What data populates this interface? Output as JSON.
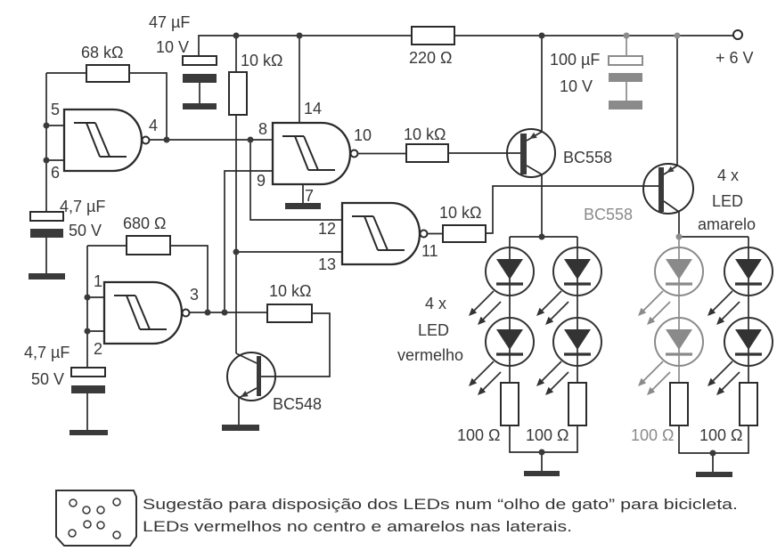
{
  "colors": {
    "ink": "#2b2b2b",
    "faded": "#8c8c8c",
    "paper": "#ffffff"
  },
  "supply": {
    "label": "+ 6 V"
  },
  "capacitors": {
    "decoupling": {
      "value": "47 µF",
      "voltage": "10 V"
    },
    "reservoir": {
      "value": "100 µF",
      "voltage": "10 V"
    },
    "timing_gate_a": {
      "value": "4,7 µF",
      "voltage": "50 V"
    },
    "timing_gate_b": {
      "value": "4,7 µF",
      "voltage": "50 V"
    }
  },
  "resistors": {
    "pullup_top": "10 kΩ",
    "series_supply": "220 Ω",
    "feedback_gate_a": "68 kΩ",
    "feedback_gate_b": "680 Ω",
    "base_driver_red": "10 kΩ",
    "base_driver_yellow": "10 kΩ",
    "base_switch": "10 kΩ"
  },
  "gates": [
    {
      "pin_in_a": "5",
      "pin_in_b": "6",
      "pin_out": "4"
    },
    {
      "pin_in_a": "1",
      "pin_in_b": "2",
      "pin_out": "3"
    },
    {
      "pin_in_a": "8",
      "pin_in_b": "9",
      "pin_out": "10",
      "pin_vcc": "14",
      "pin_gnd": "7"
    },
    {
      "pin_in_a": "12",
      "pin_in_b": "13",
      "pin_out": "11"
    }
  ],
  "transistors": {
    "driver_red": "BC558",
    "driver_yellow": "BC558",
    "switch": "BC548"
  },
  "led_banks": {
    "red": {
      "count": "4 x",
      "type": "LED",
      "color": "vermelho",
      "resistors": [
        "100 Ω",
        "100 Ω"
      ]
    },
    "yellow": {
      "count": "4 x",
      "type": "LED",
      "color": "amarelo",
      "resistors": [
        "100 Ω",
        "100 Ω"
      ]
    }
  },
  "caption": {
    "line1": "Sugestão para disposição dos LEDs num “olho de gato” para bicicleta.",
    "line2": "LEDs vermelhos no centro e amarelos nas laterais."
  }
}
